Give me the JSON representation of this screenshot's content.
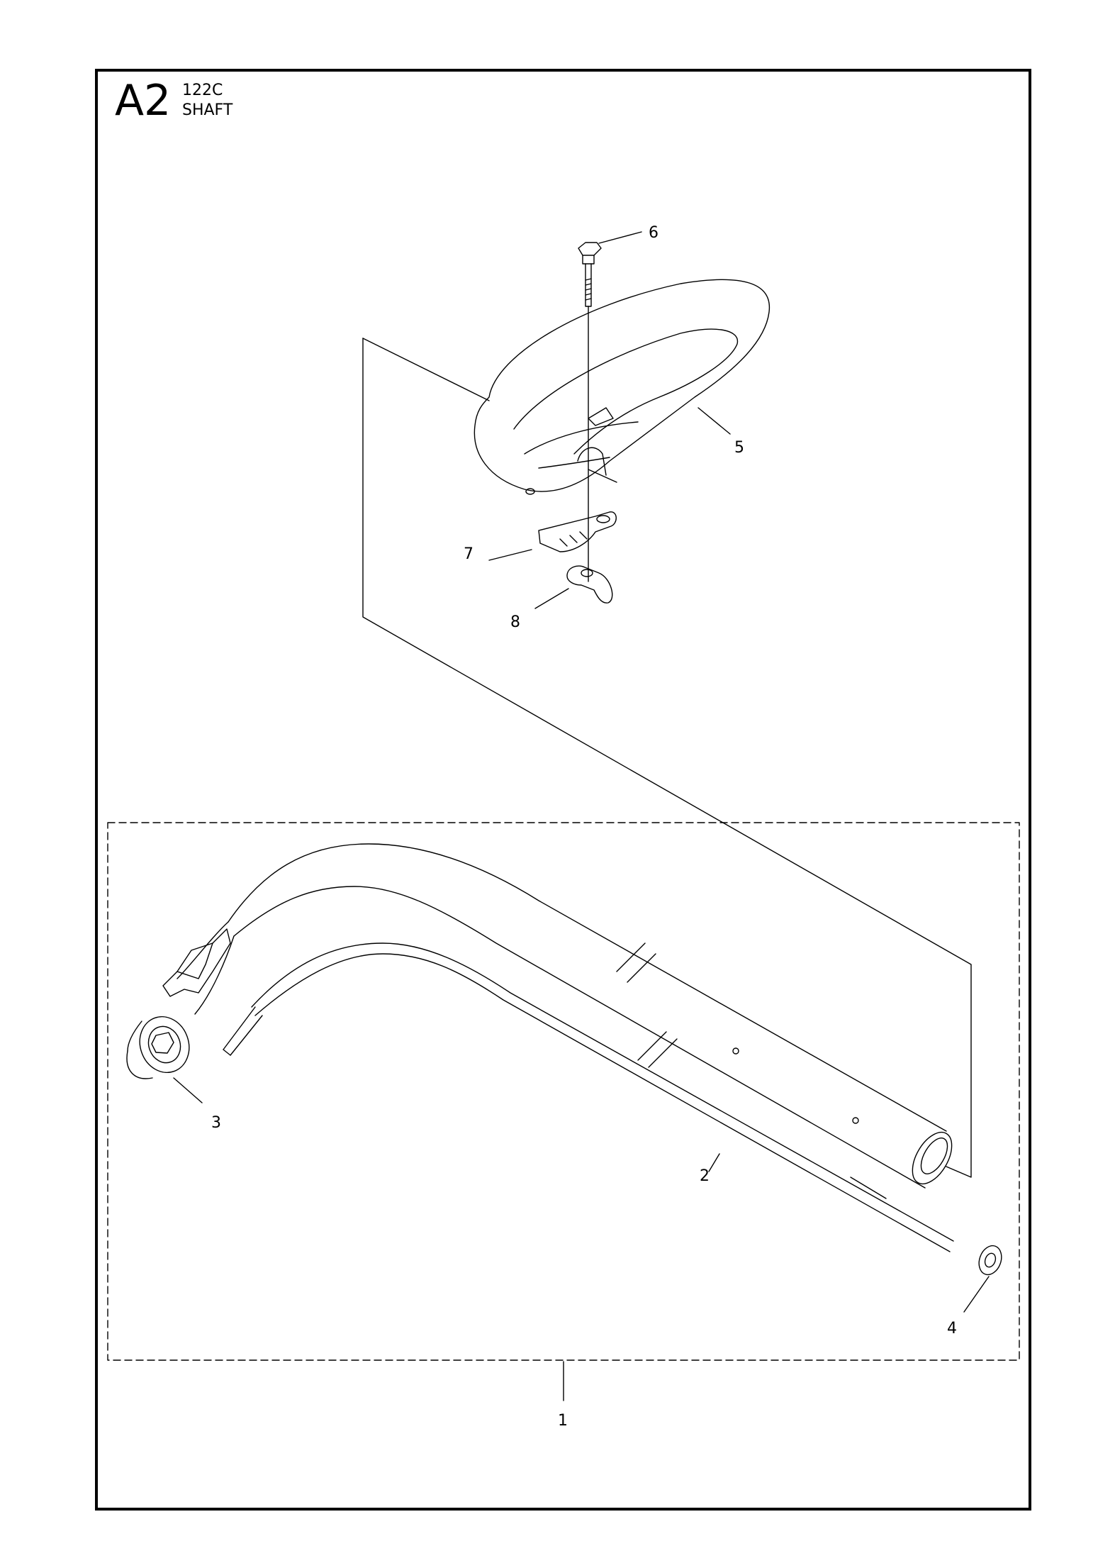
{
  "header": {
    "section_code": "A2",
    "model": "122C",
    "section_title": "SHAFT"
  },
  "callouts": [
    "1",
    "2",
    "3",
    "4",
    "5",
    "6",
    "7",
    "8"
  ]
}
